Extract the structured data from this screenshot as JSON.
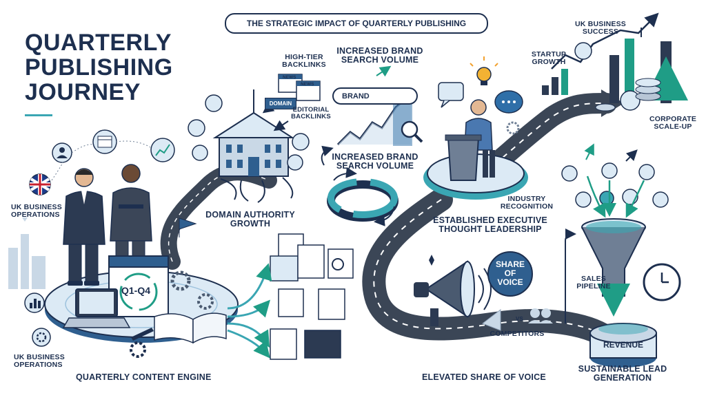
{
  "banner": "THE STRATEGIC IMPACT OF QUARTERLY PUBLISHING",
  "title_lines": [
    "QUARTERLY",
    "PUBLISHING",
    "JOURNEY"
  ],
  "labels": {
    "uk_ops_top": "UK BUSINESS\nOPERATIONS",
    "uk_ops_bottom": "UK BUSINESS\nOPERATIONS",
    "content_engine": "QUARTERLY CONTENT ENGINE",
    "quarter_badge": "Q1-Q4",
    "domain_authority": "DOMAIN AUTHORITY\nGROWTH",
    "domain_flag": "DOMAIN",
    "high_tier_backlinks": "HIGH-TIER\nBACKLINKS",
    "editorial_backlinks": "EDITORIAL\nBACKLINKS",
    "news_tag": "NEWS",
    "brand_search_top": "INCREASED BRAND\nSEARCH VOLUME",
    "brand_search_box": "BRAND",
    "brand_search_bottom": "INCREASED BRAND\nSEARCH VOLUME",
    "industry_recognition": "INDUSTRY\nRECOGNITION",
    "thought_leadership": "ESTABLISHED EXECUTIVE\nTHOUGHT LEADERSHIP",
    "startup_growth": "STARTUP\nGROWTH",
    "uk_success": "UK BUSINESS\nSUCCESS",
    "corporate_scaleup": "CORPORATE\nSCALE-UP",
    "share_of_voice_badge": "SHARE\nOF VOICE",
    "vs": "VS",
    "competitors": "COMPETITORS",
    "elevated_sov": "ELEVATED SHARE OF VOICE",
    "sales_pipeline": "SALES\nPIPELINE",
    "revenue": "REVENUE",
    "sustainable_lead": "SUSTAINABLE LEAD\nGENERATION"
  },
  "colors": {
    "navy": "#1d2f4f",
    "teal": "#3aa6b3",
    "blue": "#2f6fa8",
    "light_blue": "#dceaf5",
    "road": "#3b4656",
    "green": "#1f9d86"
  },
  "icons": [
    "uk-flag-icon",
    "calendar-icon",
    "analytics-icon",
    "user-icon",
    "chart-icon",
    "gear-icon",
    "laptop-icon",
    "book-icon",
    "pen-icon",
    "building-icon",
    "link-icon",
    "document-icon",
    "search-icon",
    "lightbulb-icon",
    "speech-bubble-icon",
    "podium-icon",
    "megaphone-icon",
    "funnel-icon",
    "clock-icon",
    "coin-icon",
    "dollar-icon",
    "growth-chart-icon",
    "arrow-icon"
  ]
}
